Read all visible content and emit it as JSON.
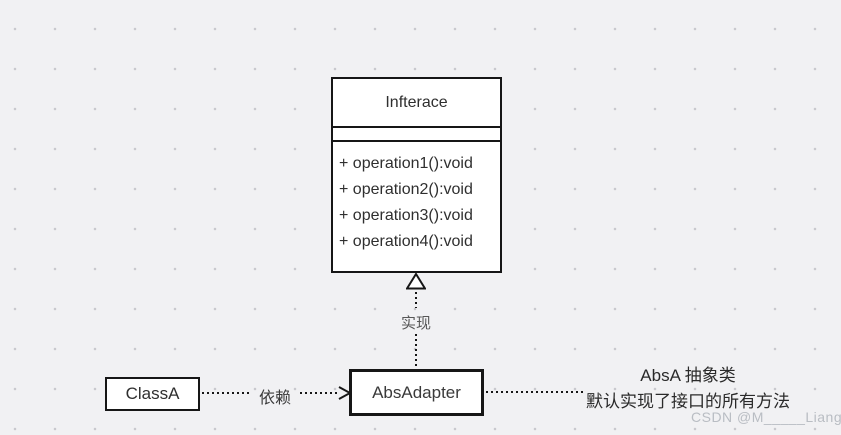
{
  "diagram": {
    "interface_class": {
      "name": "Infterace",
      "operations": [
        "+ operation1():void",
        "+ operation2():void",
        "+ operation3():void",
        "+ operation4():void"
      ]
    },
    "class_a": {
      "name": "ClassA"
    },
    "abs_adapter": {
      "name": "AbsAdapter"
    },
    "labels": {
      "realization": "实现",
      "dependency": "依赖"
    },
    "note": {
      "line1": "AbsA 抽象类",
      "line2": "默认实现了接口的所有方法"
    }
  },
  "watermark": "CSDN @M_____Liang",
  "colors": {
    "background": "#f1f1f3",
    "grid_dot": "#c9c9ce",
    "line": "#161616",
    "box_fill": "#ffffff",
    "text_dark": "#2f2f2f",
    "label_muted": "#575757",
    "watermark": "#b9bdc3"
  }
}
